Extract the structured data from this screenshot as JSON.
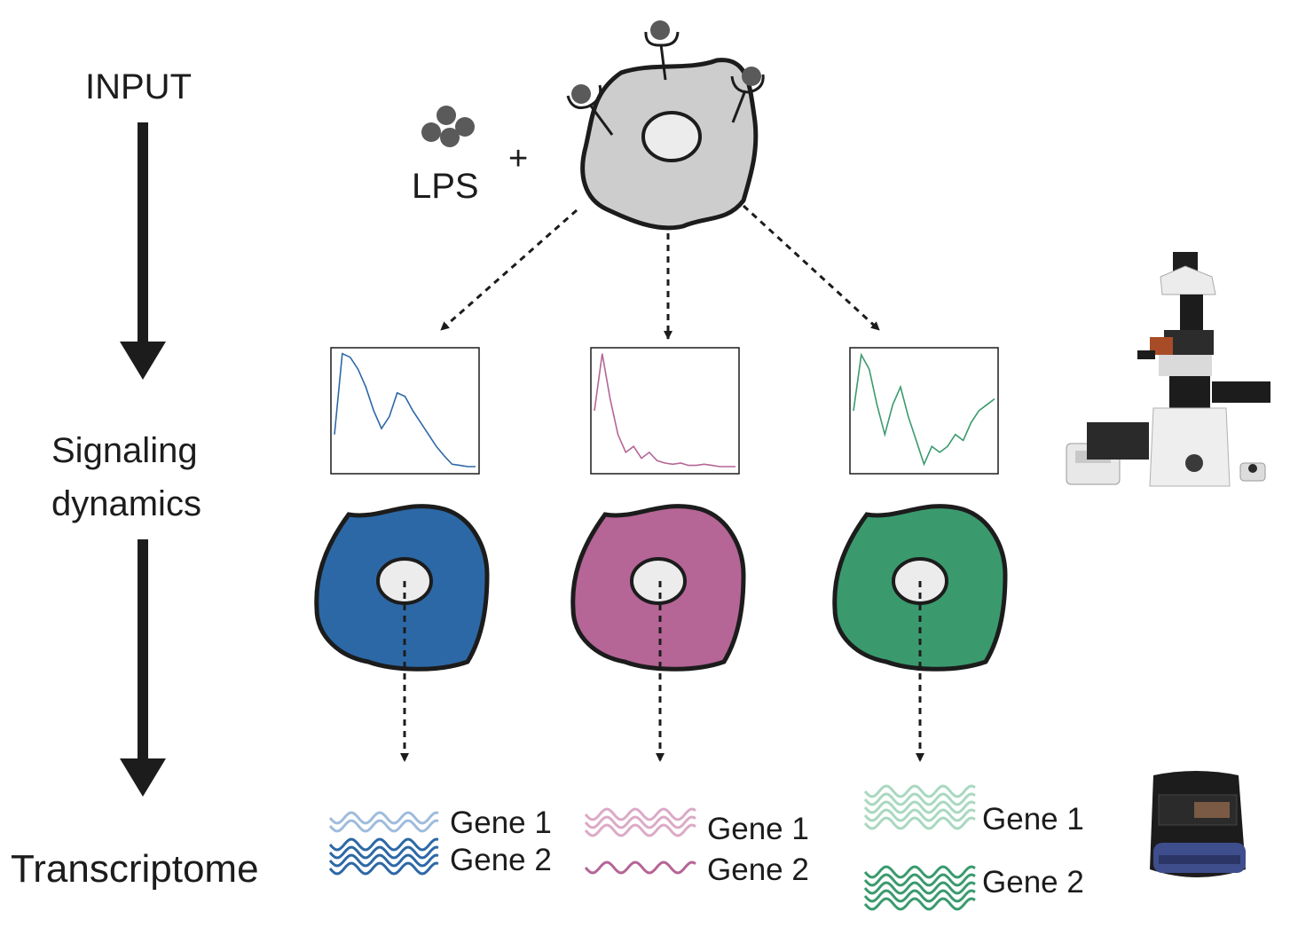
{
  "stages": {
    "input": "INPUT",
    "signaling": [
      "Signaling",
      "dynamics"
    ],
    "transcriptome": "Transcriptome"
  },
  "stimulus": {
    "label": "LPS",
    "plus": "+"
  },
  "colors": {
    "blue": "#2c68a6",
    "blue_light": "#9fbcdc",
    "pink": "#b56596",
    "pink_light": "#dcaac8",
    "green": "#3a9a6e",
    "green_light": "#a9d8c0",
    "gray_cell": "#cdcdcd",
    "nucleus": "#ececec",
    "ligand": "#5a5a5a"
  },
  "columns": [
    {
      "id": "blue",
      "genes": [
        "Gene 1",
        "Gene 2"
      ]
    },
    {
      "id": "pink",
      "genes": [
        "Gene 1",
        "Gene 2"
      ]
    },
    {
      "id": "green",
      "genes": [
        "Gene 1",
        "Gene 2"
      ]
    }
  ],
  "chart_data": [
    {
      "type": "line",
      "series": [
        {
          "values": [
            0.3,
            0.98,
            0.95,
            0.85,
            0.7,
            0.5,
            0.35,
            0.45,
            0.65,
            0.62,
            0.5,
            0.4,
            0.3,
            0.2,
            0.12,
            0.05,
            0.04,
            0.03,
            0.03
          ]
        }
      ]
    },
    {
      "type": "line",
      "series": [
        {
          "values": [
            0.5,
            0.98,
            0.6,
            0.3,
            0.15,
            0.2,
            0.1,
            0.15,
            0.08,
            0.06,
            0.05,
            0.06,
            0.04,
            0.04,
            0.05,
            0.04,
            0.03,
            0.03,
            0.03
          ]
        }
      ]
    },
    {
      "type": "line",
      "series": [
        {
          "values": [
            0.5,
            0.97,
            0.85,
            0.55,
            0.3,
            0.55,
            0.7,
            0.45,
            0.25,
            0.05,
            0.2,
            0.15,
            0.2,
            0.3,
            0.25,
            0.4,
            0.5,
            0.55,
            0.6
          ]
        }
      ]
    }
  ],
  "equipment": [
    "microscope-image",
    "single-cell-prep-system-image"
  ]
}
